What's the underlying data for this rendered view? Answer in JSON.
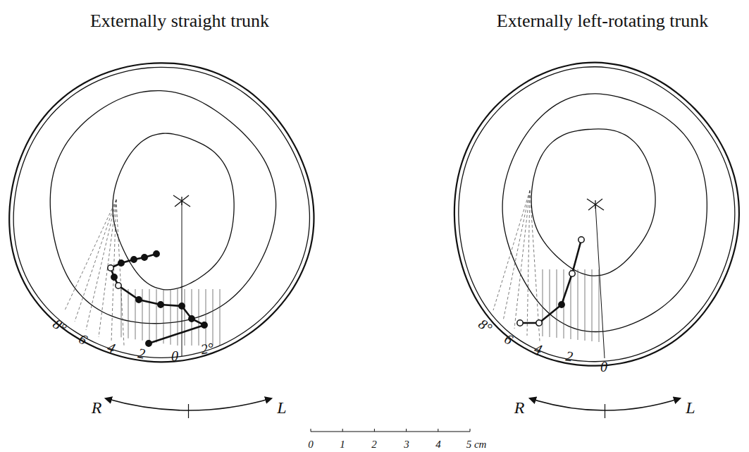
{
  "diagram": {
    "labels": [
      "Externally straight trunk",
      "Externally left-rotating trunk",
      "8°",
      "6",
      "4",
      "2",
      "0",
      "2°",
      "8°",
      "6",
      "4",
      "2",
      "0",
      "R",
      "L",
      "R",
      "L",
      "0",
      "1",
      "2",
      "3",
      "4",
      "5 cm"
    ]
  }
}
